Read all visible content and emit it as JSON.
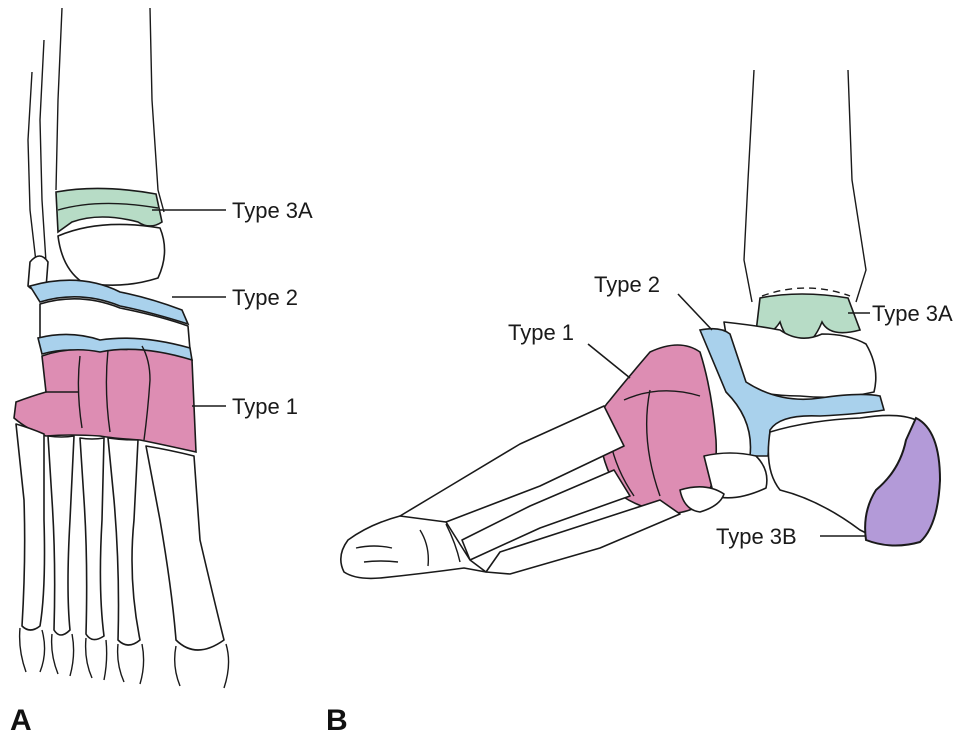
{
  "colors": {
    "type_1": "#dd8db3",
    "type_2": "#a9d1ec",
    "type_3A": "#b7dcc6",
    "type_3B": "#b39ad8"
  },
  "panels": {
    "a": {
      "letter": "A",
      "labels": {
        "type_3a": "Type 3A",
        "type_2": "Type 2",
        "type_1": "Type 1"
      }
    },
    "b": {
      "letter": "B",
      "labels": {
        "type_2": "Type 2",
        "type_3a": "Type 3A",
        "type_1": "Type 1",
        "type_3b": "Type 3B"
      }
    }
  }
}
